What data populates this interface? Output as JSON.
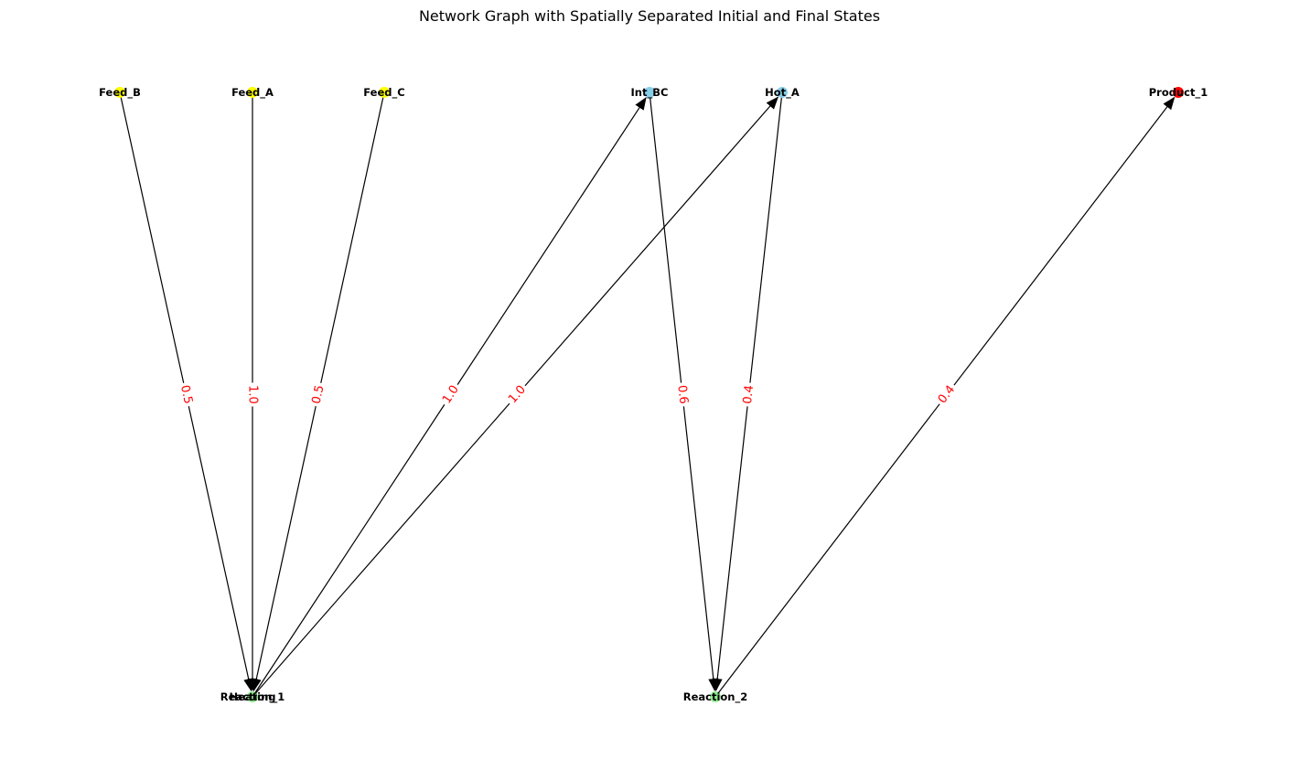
{
  "title": "Network Graph with Spatially Separated Initial and Final States",
  "colors": {
    "feed": "#ffff00",
    "intermediate": "#87ceeb",
    "process": "#90ee90",
    "product": "#ff0000",
    "edge": "#000000",
    "edge_label": "#ff0000"
  },
  "nodes": [
    {
      "id": "Feed_B",
      "label": "Feed_B",
      "kind": "feed"
    },
    {
      "id": "Feed_A",
      "label": "Feed_A",
      "kind": "feed"
    },
    {
      "id": "Feed_C",
      "label": "Feed_C",
      "kind": "feed"
    },
    {
      "id": "Int_BC",
      "label": "Int_BC",
      "kind": "intermediate"
    },
    {
      "id": "Hot_A",
      "label": "Hot_A",
      "kind": "intermediate"
    },
    {
      "id": "Product_1",
      "label": "Product_1",
      "kind": "product"
    },
    {
      "id": "Reaction_1",
      "label": "Reaction_1",
      "kind": "process"
    },
    {
      "id": "Heating",
      "label": "Heating",
      "kind": "process"
    },
    {
      "id": "Reaction_2",
      "label": "Reaction_2",
      "kind": "process"
    }
  ],
  "edges": [
    {
      "source": "Feed_B",
      "target": "Reaction_1",
      "weight": "0.5"
    },
    {
      "source": "Feed_A",
      "target": "Heating",
      "weight": "1.0"
    },
    {
      "source": "Feed_C",
      "target": "Reaction_1",
      "weight": "0.5"
    },
    {
      "source": "Reaction_1",
      "target": "Int_BC",
      "weight": "1.0"
    },
    {
      "source": "Heating",
      "target": "Hot_A",
      "weight": "1.0"
    },
    {
      "source": "Int_BC",
      "target": "Reaction_2",
      "weight": "0.6"
    },
    {
      "source": "Hot_A",
      "target": "Reaction_2",
      "weight": "0.4"
    },
    {
      "source": "Reaction_2",
      "target": "Product_1",
      "weight": "0.4"
    }
  ]
}
